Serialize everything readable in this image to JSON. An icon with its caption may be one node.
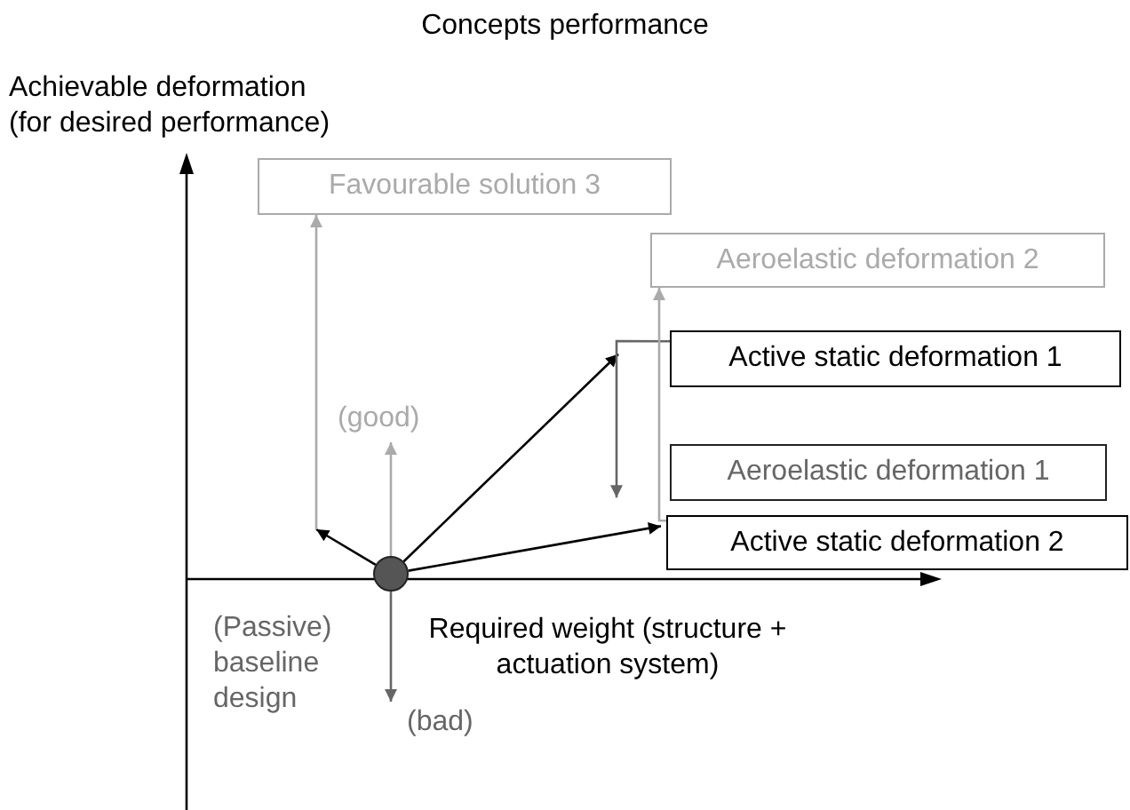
{
  "diagram": {
    "title": "Concepts performance",
    "nodes": [
      {
        "text": [],
        "shape": "circle",
        "beside": [
          "(Passive) baseline design"
        ]
      },
      {
        "text": [
          "Favourable solution 3"
        ]
      },
      {
        "text": [
          "Aeroelastic deformation 2"
        ]
      },
      {
        "text": [
          "Active static deformation 1"
        ]
      },
      {
        "text": [
          "Aeroelastic deformation 1"
        ]
      },
      {
        "text": [
          "Active static deformation 2"
        ]
      },
      {
        "text": [
          "(good)"
        ]
      },
      {
        "text": [
          "(bad)"
        ]
      }
    ],
    "edges": [
      {
        "from": 0,
        "to": null,
        "arrow": "to"
      },
      {
        "from": null,
        "to": 1,
        "arrow": "to",
        "color": "#aaaaaa"
      },
      {
        "from": 0,
        "to": 3,
        "arrow": "to"
      },
      {
        "from": 3,
        "to": 4,
        "arrow": "to",
        "color": "#666666"
      },
      {
        "from": 0,
        "to": 5,
        "arrow": "to"
      },
      {
        "from": 5,
        "to": 2,
        "arrow": "to",
        "color": "#aaaaaa"
      },
      {
        "from": 0,
        "to": 6,
        "arrow": "to",
        "color": "#aaaaaa"
      },
      {
        "from": 0,
        "to": 7,
        "arrow": "to",
        "color": "#666666"
      }
    ],
    "labels": [
      "Achievable deformation (for desired performance)",
      "Required weight (structure + actuation system)"
    ]
  }
}
